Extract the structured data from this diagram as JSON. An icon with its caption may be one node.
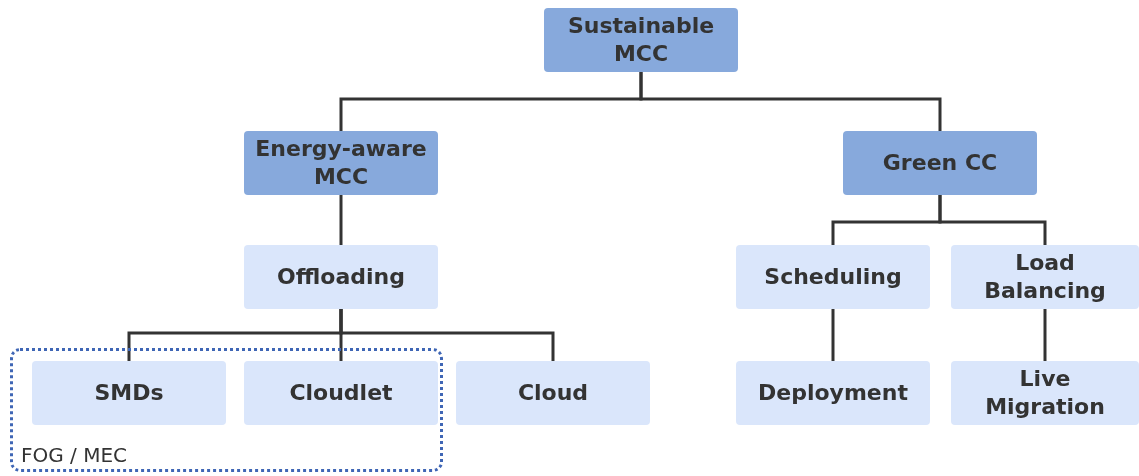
{
  "diagram": {
    "nodes": [
      {
        "text": [
          "Sustainable MCC"
        ]
      },
      {
        "text": [
          "Energy-aware MCC"
        ]
      },
      {
        "text": [
          "Green CC"
        ]
      },
      {
        "text": [
          "Offloading"
        ]
      },
      {
        "text": [
          "Scheduling"
        ]
      },
      {
        "text": [
          "Load Balancing"
        ]
      },
      {
        "text": [
          "FOG / MEC"
        ]
      },
      {
        "text": [
          "SMDs"
        ],
        "in": 6
      },
      {
        "text": [
          "Cloudlet"
        ],
        "in": 6
      },
      {
        "text": [
          "Cloud"
        ]
      },
      {
        "text": [
          "Deployment"
        ]
      },
      {
        "text": [
          "Live Migration"
        ]
      }
    ],
    "edges": [
      {
        "from": 0,
        "to": 1,
        "arrow": "none"
      },
      {
        "from": 0,
        "to": 2,
        "arrow": "none"
      },
      {
        "from": 1,
        "to": 3,
        "arrow": "none"
      },
      {
        "from": 3,
        "to": 7,
        "arrow": "none"
      },
      {
        "from": 3,
        "to": 8,
        "arrow": "none"
      },
      {
        "from": 3,
        "to": 9,
        "arrow": "none"
      },
      {
        "from": 2,
        "to": 4,
        "arrow": "none"
      },
      {
        "from": 2,
        "to": 5,
        "arrow": "none"
      },
      {
        "from": 4,
        "to": 10,
        "arrow": "none"
      },
      {
        "from": 5,
        "to": 11,
        "arrow": "none"
      }
    ]
  }
}
